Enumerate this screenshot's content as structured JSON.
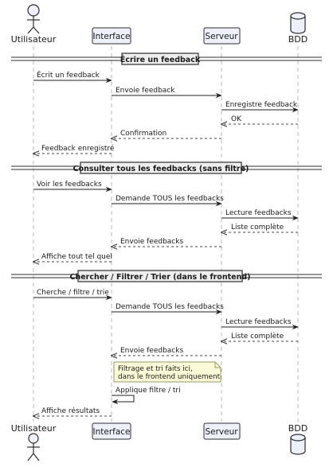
{
  "participants": {
    "user": "Utilisateur",
    "interface": "Interface",
    "server": "Serveur",
    "db": "BDD"
  },
  "sections": [
    {
      "title": "Écrire un feedback"
    },
    {
      "title": "Consulter tous les feedbacks (sans filtre)"
    },
    {
      "title": "Chercher / Filtrer / Trier (dans le frontend)"
    }
  ],
  "messages": [
    {
      "from": "user",
      "to": "interface",
      "label": "Écrit un feedback",
      "dashed": false
    },
    {
      "from": "interface",
      "to": "server",
      "label": "Envoie feedback",
      "dashed": false
    },
    {
      "from": "server",
      "to": "db",
      "label": "Enregistre feedback",
      "dashed": false
    },
    {
      "from": "db",
      "to": "server",
      "label": "OK",
      "dashed": true
    },
    {
      "from": "server",
      "to": "interface",
      "label": "Confirmation",
      "dashed": true
    },
    {
      "from": "interface",
      "to": "user",
      "label": "Feedback enregistré",
      "dashed": true
    },
    {
      "from": "user",
      "to": "interface",
      "label": "Voir les feedbacks",
      "dashed": false
    },
    {
      "from": "interface",
      "to": "server",
      "label": "Demande TOUS les feedbacks",
      "dashed": false
    },
    {
      "from": "server",
      "to": "db",
      "label": "Lecture feedbacks",
      "dashed": false
    },
    {
      "from": "db",
      "to": "server",
      "label": "Liste complète",
      "dashed": true
    },
    {
      "from": "server",
      "to": "interface",
      "label": "Envoie feedbacks",
      "dashed": true
    },
    {
      "from": "interface",
      "to": "user",
      "label": "Affiche tout tel quel",
      "dashed": true
    },
    {
      "from": "user",
      "to": "interface",
      "label": "Cherche / filtre / trie",
      "dashed": false
    },
    {
      "from": "interface",
      "to": "server",
      "label": "Demande TOUS les feedbacks",
      "dashed": false
    },
    {
      "from": "server",
      "to": "db",
      "label": "Lecture feedbacks",
      "dashed": false
    },
    {
      "from": "db",
      "to": "server",
      "label": "Liste complète",
      "dashed": true
    },
    {
      "from": "server",
      "to": "interface",
      "label": "Envoie feedbacks",
      "dashed": true
    },
    {
      "from": "interface",
      "to": "interface",
      "label": "Applique filtre / tri",
      "dashed": false
    },
    {
      "from": "interface",
      "to": "user",
      "label": "Affiche résultats",
      "dashed": true
    }
  ],
  "note": {
    "lines": [
      "Filtrage et tri faits ici,",
      "dans le frontend uniquement"
    ]
  }
}
